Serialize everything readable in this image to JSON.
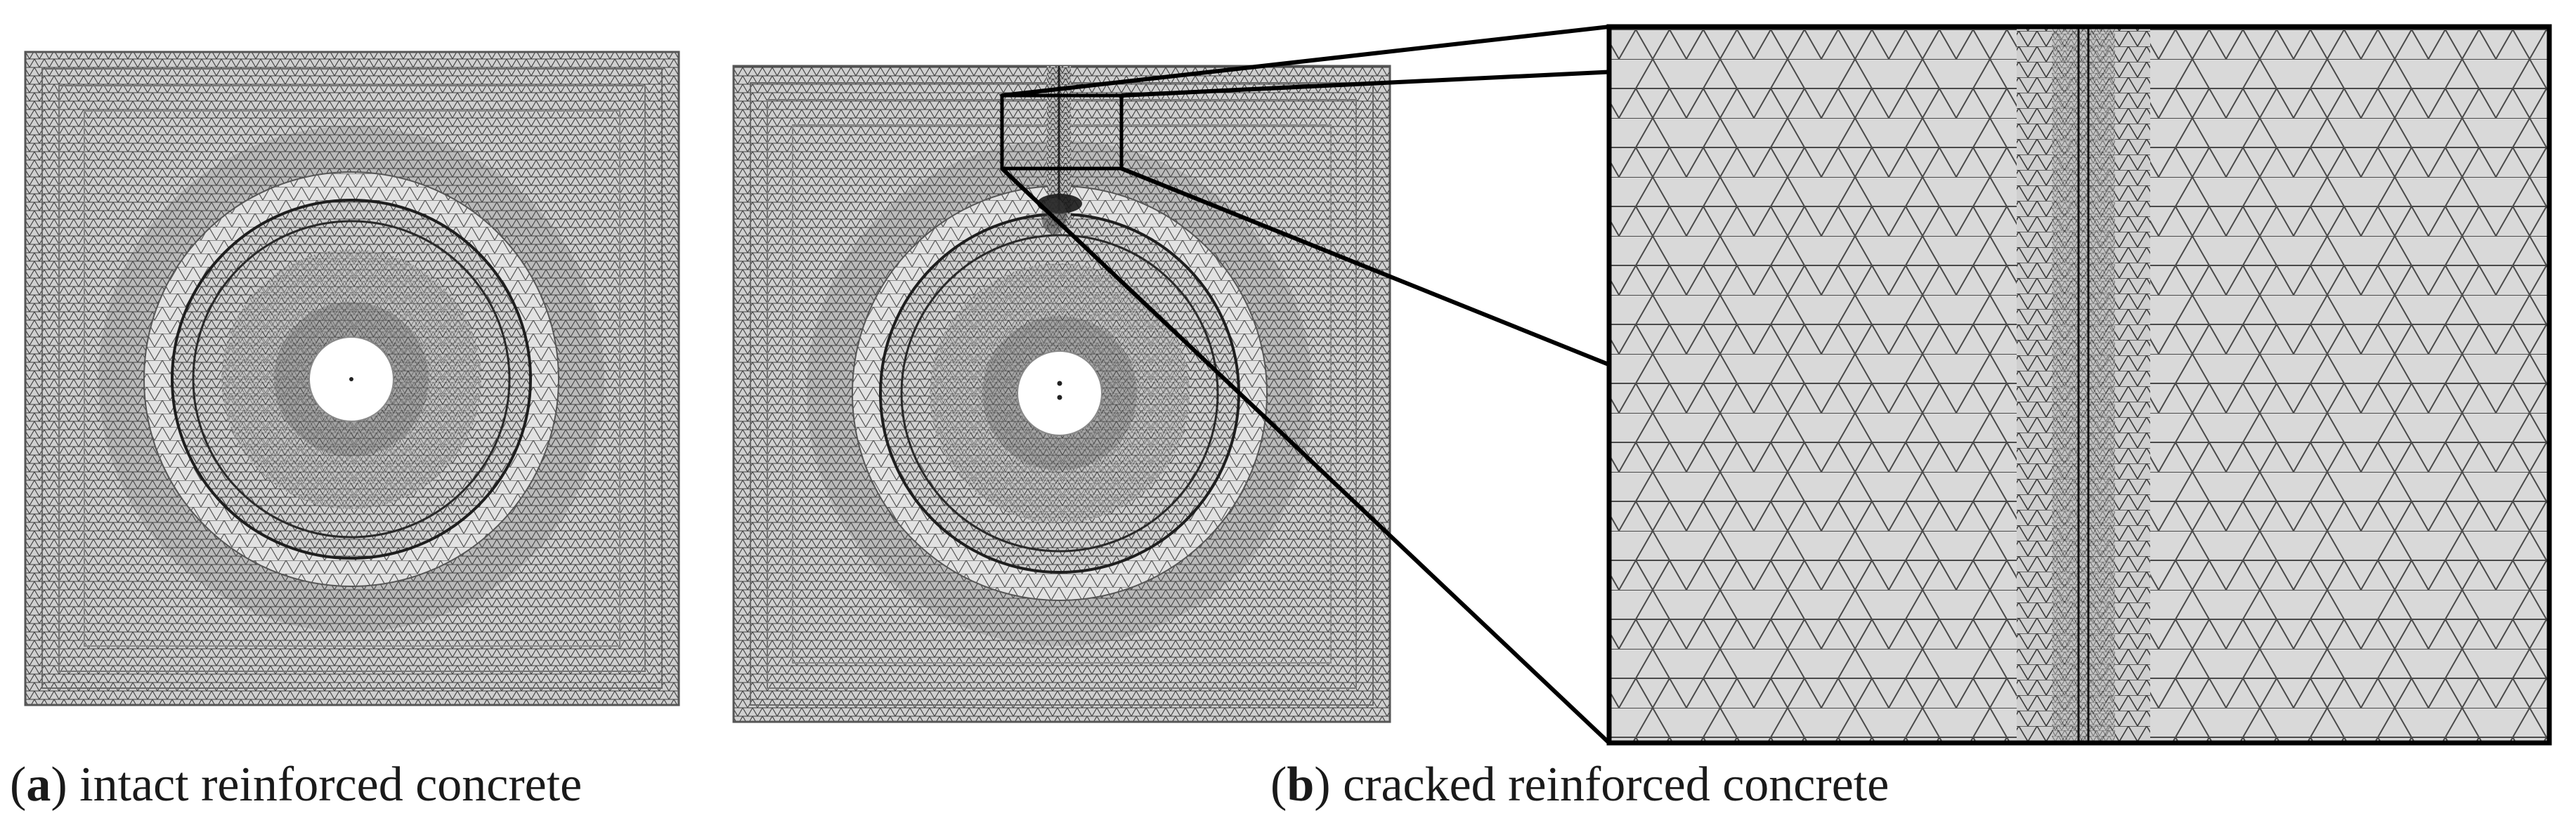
{
  "captions": {
    "a_letter": "a",
    "a_text": "intact reinforced concrete",
    "b_letter": "b",
    "b_text": "cracked reinforced concrete"
  },
  "colors": {
    "mesh_fill": "#d6d6d6",
    "mesh_line": "#3a3a3a",
    "zoom_fill": "#d9d9d9",
    "frame": "#000000",
    "background": "#ffffff"
  }
}
